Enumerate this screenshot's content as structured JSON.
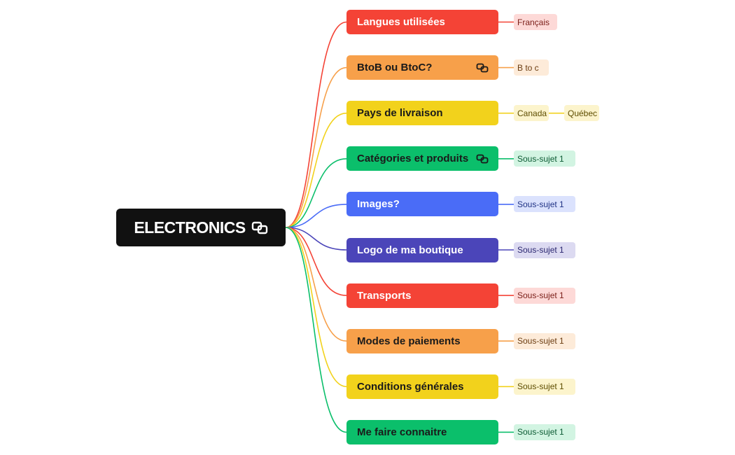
{
  "root": {
    "label": "ELECTRONICS",
    "icon": "linked-topic-icon"
  },
  "branches": [
    {
      "label": "Langues utilisées",
      "color": "#f44336",
      "text_color": "#ffffff",
      "has_icon": false,
      "subs": [
        {
          "label": "Français",
          "bg": "#fdd9d7",
          "text_color": "#7a1d17"
        }
      ]
    },
    {
      "label": "BtoB ou BtoC?",
      "color": "#f7a04a",
      "text_color": "#1a1a1a",
      "has_icon": true,
      "subs": [
        {
          "label": "B to c",
          "bg": "#fdebd9",
          "text_color": "#6b3c10"
        }
      ]
    },
    {
      "label": "Pays de livraison",
      "color": "#f2d21c",
      "text_color": "#1a1a1a",
      "has_icon": false,
      "subs": [
        {
          "label": "Canada",
          "bg": "#fcf4cc",
          "text_color": "#5e4d00"
        },
        {
          "label": "Québec",
          "bg": "#fcf4cc",
          "text_color": "#5e4d00"
        }
      ]
    },
    {
      "label": "Catégories et produits",
      "color": "#0bbf6b",
      "text_color": "#1a1a1a",
      "has_icon": true,
      "subs": [
        {
          "label": "Sous-sujet 1",
          "bg": "#d2f4e2",
          "text_color": "#0b5a33"
        }
      ]
    },
    {
      "label": "Images?",
      "color": "#4a6cf7",
      "text_color": "#ffffff",
      "has_icon": false,
      "subs": [
        {
          "label": "Sous-sujet 1",
          "bg": "#dbe2fd",
          "text_color": "#1f3285"
        }
      ]
    },
    {
      "label": "Logo de ma boutique",
      "color": "#4b45b9",
      "text_color": "#ffffff",
      "has_icon": false,
      "subs": [
        {
          "label": "Sous-sujet 1",
          "bg": "#dcdaf1",
          "text_color": "#2a2670"
        }
      ]
    },
    {
      "label": "Transports",
      "color": "#f44336",
      "text_color": "#ffffff",
      "has_icon": false,
      "subs": [
        {
          "label": "Sous-sujet 1",
          "bg": "#fdd9d7",
          "text_color": "#7a1d17"
        }
      ]
    },
    {
      "label": "Modes de paiements",
      "color": "#f7a04a",
      "text_color": "#1a1a1a",
      "has_icon": false,
      "subs": [
        {
          "label": "Sous-sujet 1",
          "bg": "#fdebd9",
          "text_color": "#6b3c10"
        }
      ]
    },
    {
      "label": "Conditions générales",
      "color": "#f2d21c",
      "text_color": "#1a1a1a",
      "has_icon": false,
      "subs": [
        {
          "label": "Sous-sujet 1",
          "bg": "#fcf4cc",
          "text_color": "#5e4d00"
        }
      ]
    },
    {
      "label": "Me faire connaitre",
      "color": "#0bbf6b",
      "text_color": "#1a1a1a",
      "has_icon": false,
      "subs": [
        {
          "label": "Sous-sujet 1",
          "bg": "#d2f4e2",
          "text_color": "#0b5a33"
        }
      ]
    }
  ]
}
